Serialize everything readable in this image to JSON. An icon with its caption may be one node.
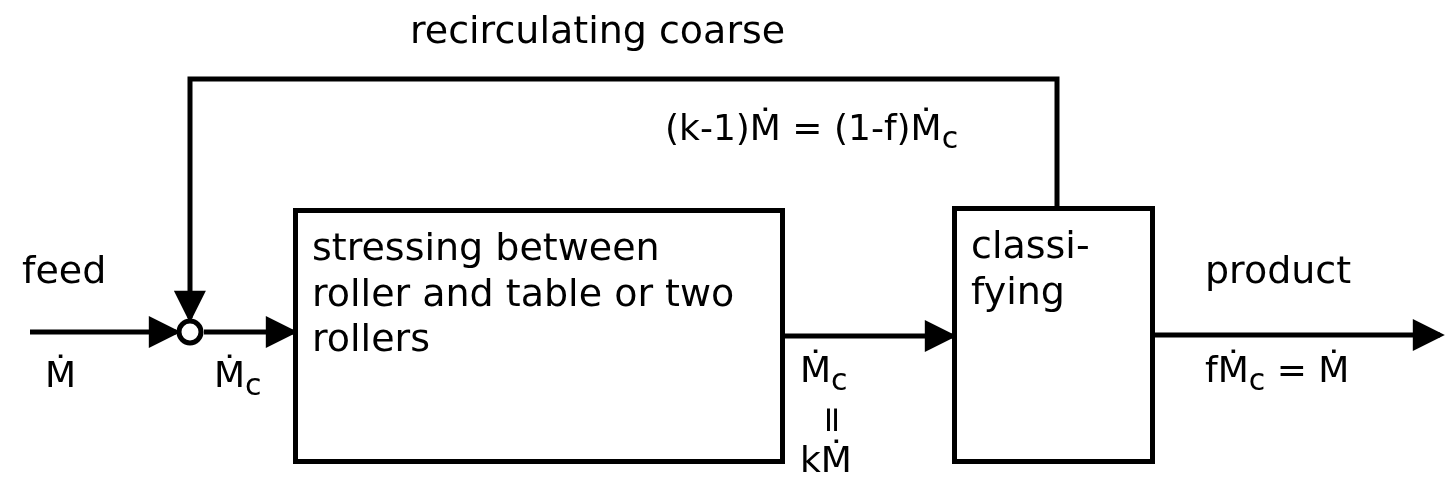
{
  "diagram": {
    "nodes": [
      {
        "text": [],
        "shape": "circle"
      },
      {
        "text": [
          "stressing between roller and table or two rollers"
        ]
      },
      {
        "text": [
          "classi- fying"
        ]
      }
    ],
    "edges": [
      {
        "from": null,
        "to": 0,
        "arrow": "to",
        "label": "feed"
      },
      {
        "from": 0,
        "to": 1,
        "arrow": "to"
      },
      {
        "from": 1,
        "to": 2,
        "arrow": "to"
      },
      {
        "from": 2,
        "to": null,
        "arrow": "to",
        "label": "product"
      },
      {
        "from": 2,
        "to": 0,
        "arrow": "to",
        "label": "recirculating coarse"
      }
    ],
    "labels": [
      "Ṁ",
      "Ṁ$_{c}$",
      "(k-1)Ṁ = (1-f)Ṁ$_{c}$",
      "Ṁ$_{c}$",
      "=",
      "kṀ",
      "fṀ$_{c}$ = Ṁ"
    ]
  }
}
